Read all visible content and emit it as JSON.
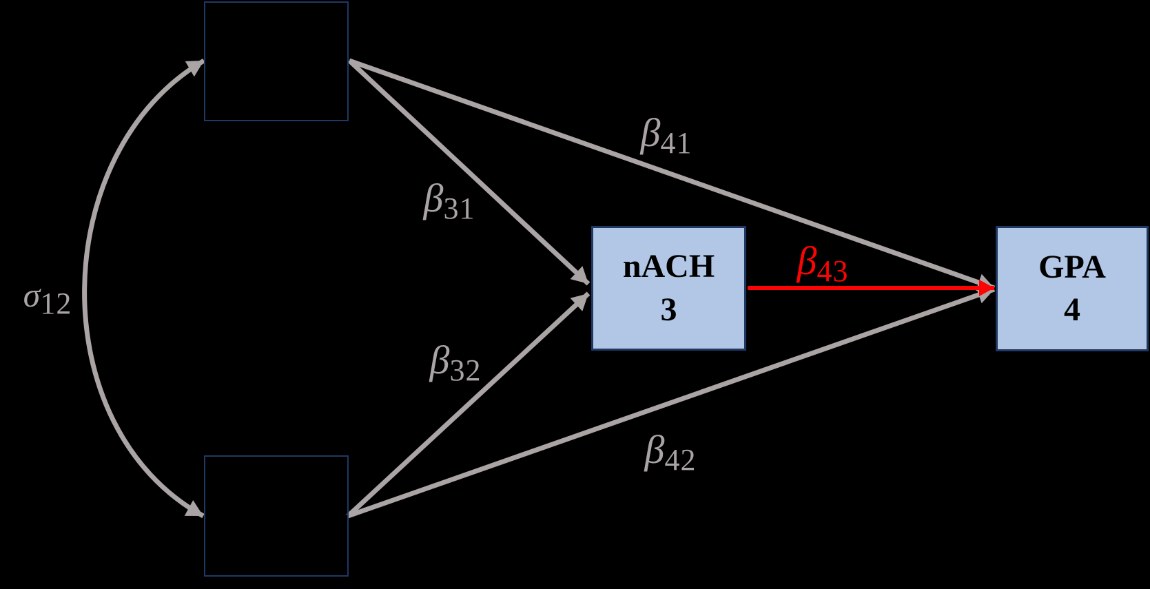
{
  "nodes": {
    "nach": {
      "line1": "nACH",
      "line2": "3"
    },
    "gpa": {
      "line1": "GPA",
      "line2": "4"
    }
  },
  "paths": {
    "sigma12": {
      "symbol": "σ",
      "sub": "12"
    },
    "beta31": {
      "symbol": "β",
      "sub": "31"
    },
    "beta41": {
      "symbol": "β",
      "sub": "41"
    },
    "beta32": {
      "symbol": "β",
      "sub": "32"
    },
    "beta42": {
      "symbol": "β",
      "sub": "42"
    },
    "beta43": {
      "symbol": "β",
      "sub": "43"
    }
  },
  "colors": {
    "background": "#000000",
    "arrow_gray": "#aaa4a4",
    "highlight_red": "#fb0404",
    "node_fill": "#b2c6e6",
    "node_border": "#1f3864",
    "node_text": "#000000"
  }
}
